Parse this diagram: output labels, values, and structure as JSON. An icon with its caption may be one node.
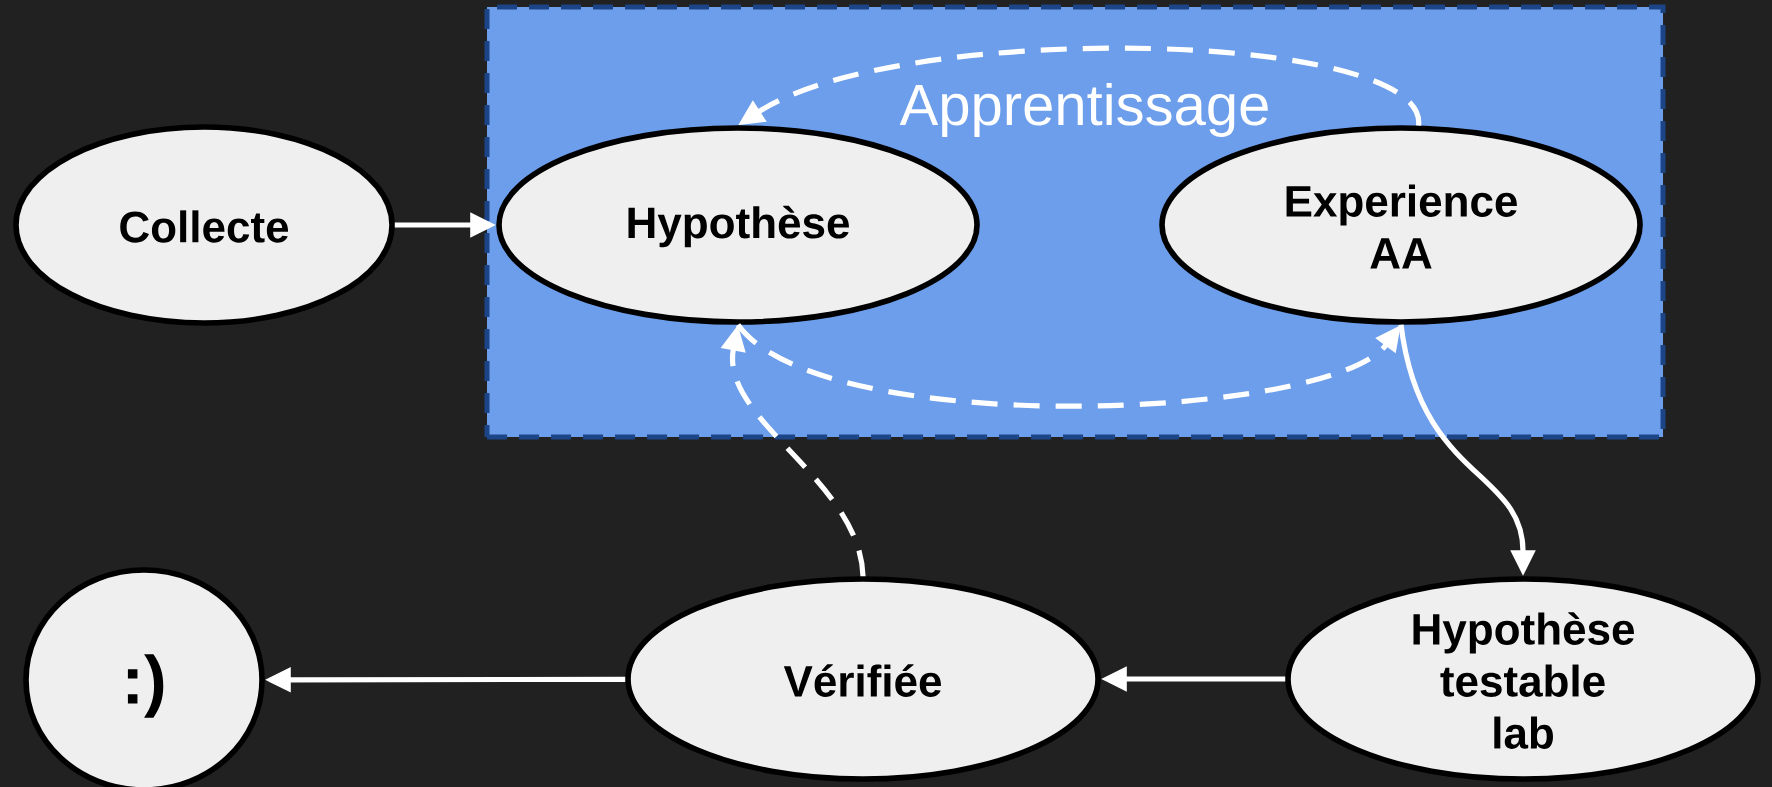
{
  "diagram": {
    "nodes": [
      {
        "text": [],
        "shape": "box"
      },
      {
        "text": [
          "Collecte"
        ]
      },
      {
        "text": [
          "Hypothèse"
        ],
        "in": 0
      },
      {
        "text": [
          "Experience AA"
        ],
        "in": 0
      },
      {
        "text": [
          ":)"
        ]
      },
      {
        "text": [
          "Vérifiée"
        ]
      },
      {
        "text": [
          "Hypothèse testable lab"
        ]
      }
    ],
    "edges": [
      {
        "from": 1,
        "to": 2,
        "arrow": "to"
      },
      {
        "from": 3,
        "to": 2,
        "arrow": "to",
        "style": "dashed",
        "label": "Apprentissage"
      },
      {
        "from": 2,
        "to": 3,
        "arrow": "to",
        "style": "dashed"
      },
      {
        "from": 3,
        "to": 6,
        "arrow": "to"
      },
      {
        "from": 5,
        "to": 2,
        "arrow": "to",
        "style": "dashed"
      },
      {
        "from": 6,
        "to": 5,
        "arrow": "to"
      },
      {
        "from": 5,
        "to": 4,
        "arrow": "to"
      }
    ]
  }
}
